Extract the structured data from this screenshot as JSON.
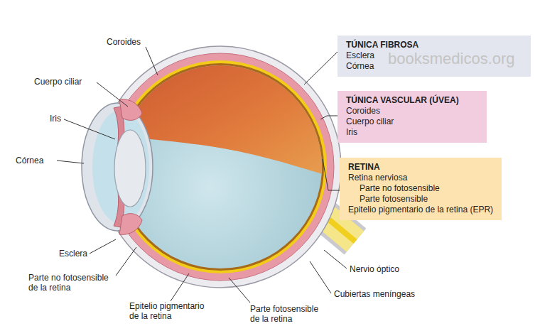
{
  "diagram": {
    "nodes": [
      {
        "text": [
          "TÚNICA FIBROSA",
          "Esclera",
          "Córnea"
        ]
      },
      {
        "text": [
          "TÚNICA VASCULAR (ÚVEA)",
          "Coroides",
          "Cuerpo ciliar",
          "Iris"
        ]
      },
      {
        "text": [
          "RETINA",
          "Retina nerviosa",
          "Parte no fotosensible",
          "Parte fotosensible",
          "Epitelio pigmentario de la retina (EPR)"
        ]
      }
    ],
    "labels": [
      "Coroides",
      "Cuerpo ciliar",
      "Iris",
      "Córnea",
      "Esclera",
      "Parte no fotosensible de la retina",
      "Epitelio pigmentario de la retina",
      "Parte fotosensible de la retina",
      "Nervio óptico",
      "Cubiertas meníngeas",
      "booksmedicos.org"
    ]
  }
}
